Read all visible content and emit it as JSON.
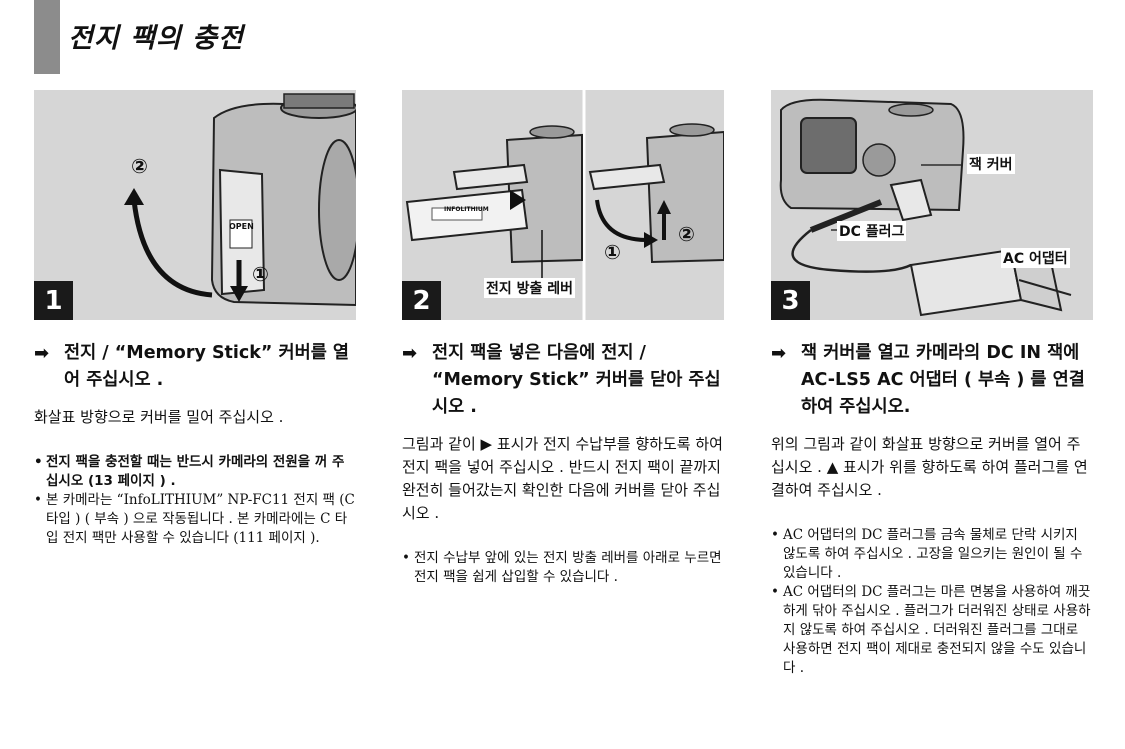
{
  "page_title": "전지 팩의 충전",
  "steps": [
    {
      "number": "1",
      "callouts": [],
      "heading_arrow": "➡",
      "heading": "전지 / “Memory Stick” 커버를 열어 주십시오 .",
      "body": "화살표 방향으로 커버를 밀어 주십시오 .",
      "notes": [
        {
          "text": "전지 팩을 충전할 때는 반드시 카메라의 전원을 꺼 주십시오 (13 페이지 ) .",
          "bold": true
        },
        {
          "text": "본 카메라는 “InfoLITHIUM” NP-FC11 전지 팩 (C 타입 ) ( 부속 ) 으로 작동됩니다 . 본 카메라에는 C 타입 전지 팩만 사용할 수 있습니다 (111 페이지 ).",
          "bold": false
        }
      ]
    },
    {
      "number": "2",
      "callouts": [
        {
          "text": "전지 방출 레버"
        }
      ],
      "heading_arrow": "➡",
      "heading": "전지 팩을 넣은 다음에 전지 / “Memory Stick” 커버를 닫아 주십시오 .",
      "body": "그림과 같이 ▶ 표시가 전지 수납부를 향하도록 하여 전지 팩을 넣어 주십시오 . 반드시 전지 팩이 끝까지 완전히 들어갔는지 확인한 다음에 커버를 닫아 주십시오 .",
      "notes": [
        {
          "text": "전지 수납부 앞에 있는 전지 방출 레버를 아래로 누르면 전지 팩을 쉽게 삽입할 수 있습니다 .",
          "bold": false
        }
      ]
    },
    {
      "number": "3",
      "callouts": [
        {
          "text": "잭 커버"
        },
        {
          "text": "DC 플러그"
        },
        {
          "text": "AC 어댑터"
        }
      ],
      "heading_arrow": "➡",
      "heading": "잭 커버를 열고 카메라의 DC IN 잭에 AC-LS5 AC 어댑터 ( 부속 ) 를 연결하여 주십시오.",
      "body": "위의 그림과 같이 화살표 방향으로 커버를 열어 주십시오 . ▲ 표시가 위를 향하도록 하여 플러그를 연결하여 주십시오 .",
      "notes": [
        {
          "text": "AC 어댑터의 DC 플러그를 금속 물체로 단락 시키지 않도록 하여 주십시오 . 고장을 일으키는 원인이 될 수 있습니다 .",
          "bold": false
        },
        {
          "text": "AC 어댑터의 DC 플러그는 마른 면봉을 사용하여 깨끗하게 닦아 주십시오 . 플러그가 더러워진 상태로 사용하지 않도록 하여 주십시오 . 더러워진 플러그를 그대로 사용하면 전지 팩이 제대로 충전되지 않을 수도 있습니다 .",
          "bold": false
        }
      ]
    }
  ],
  "illustration_marks": {
    "circled_1": "①",
    "circled_2": "②",
    "open_label": "OPEN",
    "battery_brand": "INFOLITHIUM"
  }
}
